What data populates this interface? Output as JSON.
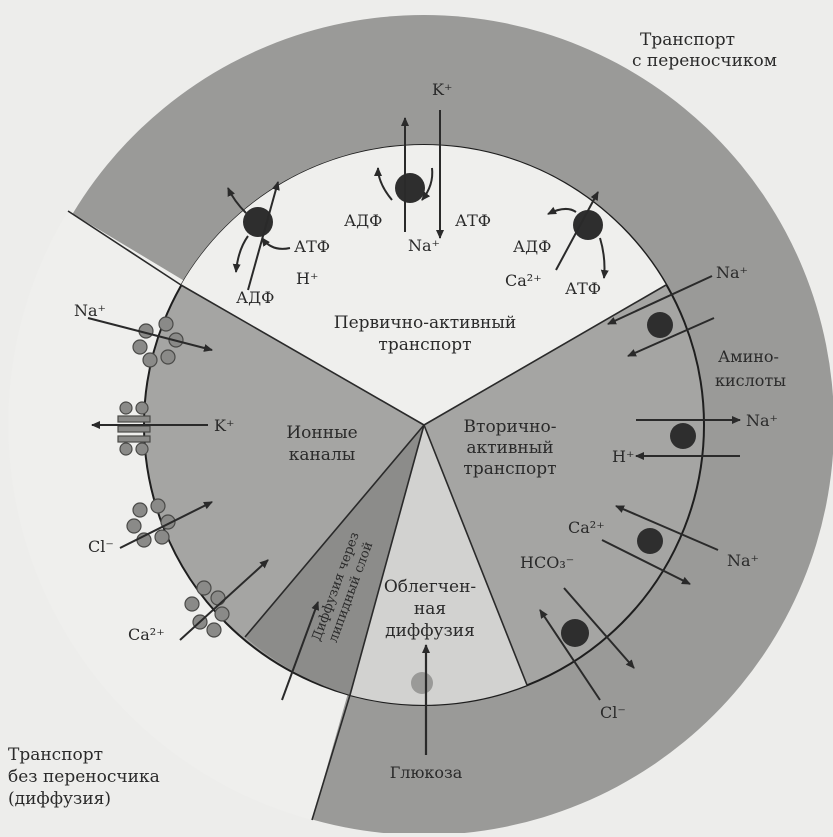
{
  "colors": {
    "background": "#ededeb",
    "outer_ring": "#9a9a98",
    "inner_gray": "#a5a5a3",
    "light_sector": "#efefed",
    "facilitated_sector": "#d2d2d0",
    "diffusion_strip": "#8c8c8a",
    "molecule": "#2e2e2e",
    "line": "#2a2a2a"
  },
  "ring_labels": {
    "carrier_line1": "Транспорт",
    "carrier_line2": "с переносчиком",
    "nocarrier_line1": "Транспорт",
    "nocarrier_line2": "без переносчика",
    "nocarrier_line3": "(диффузия)"
  },
  "sectors": {
    "primary_line1": "Первично-активный",
    "primary_line2": "транспорт",
    "secondary_line1": "Вторично-",
    "secondary_line2": "активный",
    "secondary_line3": "транспорт",
    "channels_line1": "Ионные",
    "channels_line2": "каналы",
    "facilitated_line1": "Облегчен-",
    "facilitated_line2": "ная",
    "facilitated_line3": "диффузия",
    "lipid_line1": "Диффузия через",
    "lipid_line2": "липидный слой"
  },
  "primary": {
    "pump_top": {
      "ion_out": "K⁺",
      "adp": "АДФ",
      "atp": "АТФ",
      "ion_in": "Na⁺"
    },
    "pump_left": {
      "atp": "АТФ",
      "ion": "H⁺",
      "adp": "АДФ"
    },
    "pump_right": {
      "adp": "АДФ",
      "ion": "Ca²⁺",
      "atp": "АТФ"
    }
  },
  "secondary": {
    "na_top": "Na⁺",
    "amino_line1": "Амино-",
    "amino_line2": "кислоты",
    "na_mid": "Na⁺",
    "h_mid": "H⁺",
    "ca": "Ca²⁺",
    "na_low": "Na⁺",
    "hco3": "HCO₃⁻",
    "cl": "Cl⁻"
  },
  "channels": {
    "na": "Na⁺",
    "k": "K⁺",
    "cl": "Cl⁻",
    "ca": "Ca²⁺"
  },
  "facilitated": {
    "glucose": "Глюкоза"
  }
}
